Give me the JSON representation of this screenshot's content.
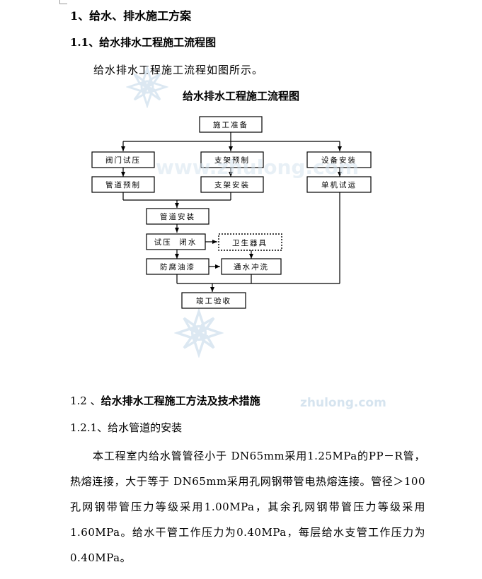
{
  "heading1": "1、给水、排水施工方案",
  "heading2": "1.1、给水排水工程施工流程图",
  "intro": "给水排水工程施工流程如图所示。",
  "diagram": {
    "title": "给水排水工程施工流程图",
    "nodes": {
      "prepare": "施工准备",
      "valve_test": "阀门试压",
      "support_fab": "支架预制",
      "equip_install": "设备安装",
      "pipe_fab": "管道预制",
      "support_install": "支架安装",
      "single_test": "单机试运",
      "pipe_install": "管道安装",
      "pressure_test": "试压  闭水",
      "sanitary": "卫生器具",
      "anticorrosion": "防腐油漆",
      "flush": "通水冲洗",
      "acceptance": "竣工验收"
    }
  },
  "watermark": {
    "text": "www.zhulong.com",
    "text2": "zhulong.com",
    "color": "#d6e4ef"
  },
  "section": {
    "number": "1.2 、",
    "title": "给水排水工程施工方法及技术措施"
  },
  "subsection": "1.2.1、给水管道的安装",
  "paragraph": "本工程室内给水管管径小于 DN65mm采用1.25MPa的PP－R管，热熔连接，大于等于 DN65mm采用孔网钢带管电热熔连接。管径＞100孔网钢带管压力等级采用1.00MPa，其余孔网钢带管压力等级采用1.60MPa。给水干管工作压力为0.40MPa，每层给水支管工作压力为0.40MPa。"
}
